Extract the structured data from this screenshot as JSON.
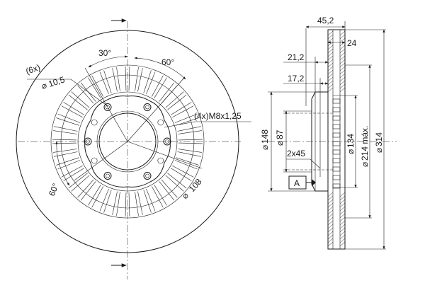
{
  "front_view": {
    "angle_top": "30°",
    "angle_right": "60°",
    "angle_left": "60°",
    "holes_label": "(6x)",
    "holes_diameter": "10,5",
    "thread_label": "(4x)M8x1,25",
    "bolt_circle": "108"
  },
  "side_view": {
    "thickness": "45,2",
    "disc_width": "24",
    "offset_1": "21,2",
    "offset_2": "17,2",
    "chamfer": "2x45",
    "datum": "A",
    "dia_148": "148",
    "dia_87": "87",
    "dia_134": "134",
    "dia_214": "214 máx.",
    "dia_314": "314"
  },
  "symbols": {
    "diameter": "⌀"
  }
}
